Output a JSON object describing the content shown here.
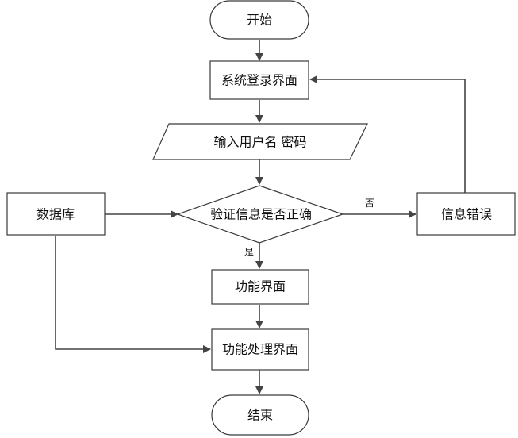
{
  "nodes": {
    "start": "开始",
    "login_ui": "系统登录界面",
    "input_credentials": "输入用户名 密码",
    "verify": "验证信息是否正确",
    "database": "数据库",
    "info_error": "信息错误",
    "function_ui": "功能界面",
    "function_processing_ui": "功能处理界面",
    "end": "结束"
  },
  "edge_labels": {
    "no": "否",
    "yes": "是"
  },
  "colors": {
    "stroke": "#3a3a3a",
    "arrow": "#444444",
    "fill": "#ffffff",
    "text": "#111111"
  }
}
